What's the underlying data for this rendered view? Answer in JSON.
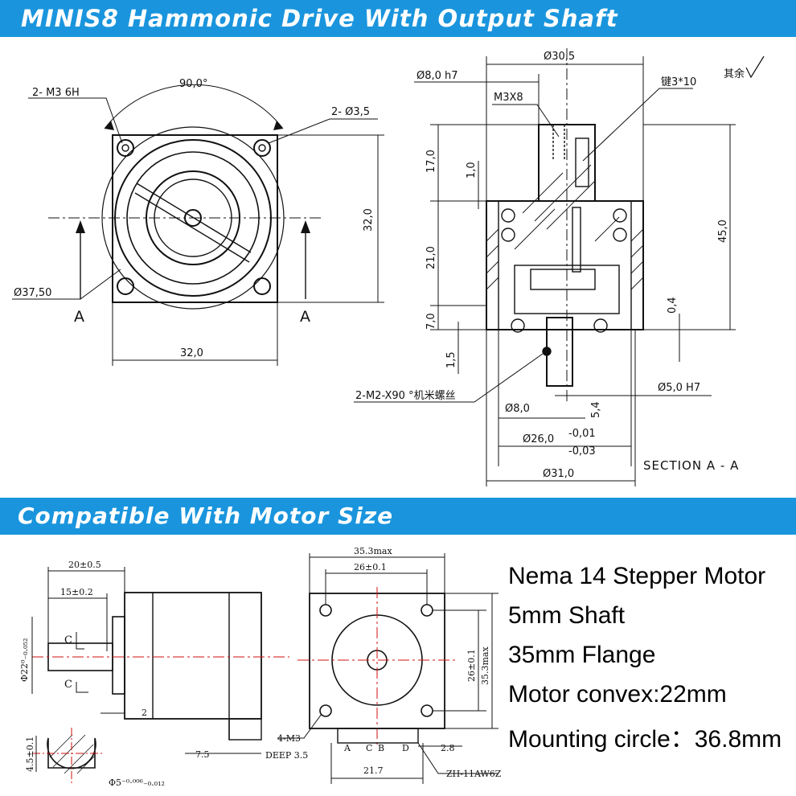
{
  "banners": {
    "top": "MINIS8 Hammonic Drive With Output Shaft",
    "middle": "Compatible With Motor Size"
  },
  "colors": {
    "banner": "#1a95dd",
    "line": "#111111",
    "centerline": "#d01010"
  },
  "front_view": {
    "dim_angle": "90,0°",
    "dim_holes_left": "2- M3 6H",
    "dim_holes_right": "2- Ø3,5",
    "dim_height": "32,0",
    "dim_width": "32,0",
    "dim_circle": "Ø37,50",
    "section_left": "A",
    "section_right": "A"
  },
  "section_view": {
    "d_top": "Ø30,5",
    "d_shaft": "Ø8,0 h7",
    "thread": "M3X8",
    "key": "键3*10",
    "roughness": "其余",
    "h17": "17,0",
    "h1": "1,0",
    "h21": "21,0",
    "h7": "7,0",
    "h15": "1,5",
    "h45": "45,0",
    "h04": "0,4",
    "screw": "2-M2-X90 °机米螺丝",
    "d_bore": "Ø5,0 H7",
    "d8": "Ø8,0",
    "h54": "5,4",
    "d26": "Ø26,0",
    "tol_upper": "-0,01",
    "tol_lower": "-0,03",
    "d31": "Ø31,0",
    "section": "SECTION A - A"
  },
  "motor_side": {
    "d20": "20±0.5",
    "d15": "15±0.2",
    "c_top": "C",
    "c_bottom": "C",
    "phi22": "Φ22⁰₋₀.₀₅₂",
    "d2": "2",
    "d75": "7.5",
    "d45": "4.5±0.1",
    "phi5": "Φ5⁻⁰·⁰⁰⁶₋₀.₀₁₂"
  },
  "motor_front": {
    "d353max": "35.3max",
    "d26": "26±0.1",
    "v26": "26±0.1",
    "v353max": "35.3max",
    "holes": "4-M3",
    "deep": "DEEP 3.5",
    "pin_a": "A",
    "pin_c": "C",
    "pin_b": "B",
    "pin_d": "D",
    "d28": "2.8",
    "d217": "21.7",
    "connector": "ZH-11AW6Z"
  },
  "specs": [
    "Nema 14 Stepper Motor",
    "5mm Shaft",
    "35mm Flange",
    "Motor convex:22mm",
    "Mounting circle：36.8mm"
  ]
}
